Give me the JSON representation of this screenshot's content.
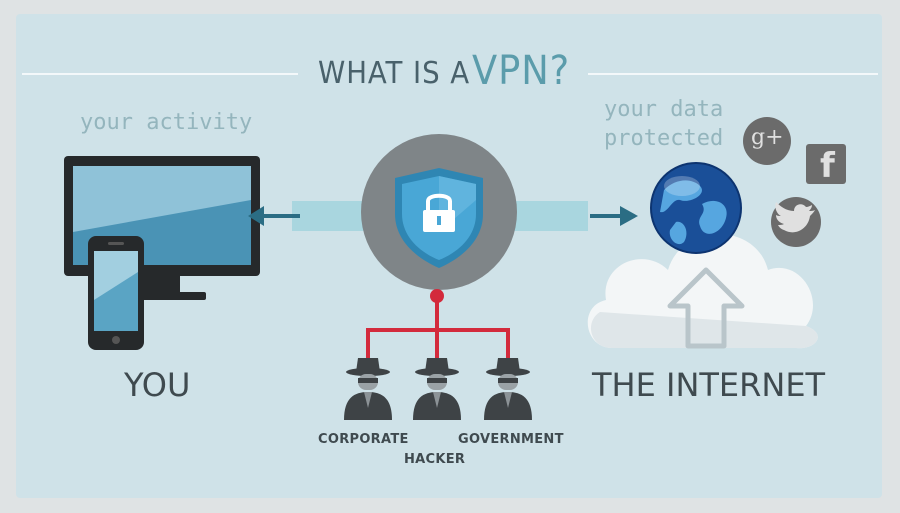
{
  "title": {
    "prefix": "WHAT IS A",
    "highlight": "VPN?"
  },
  "left": {
    "caption": "your activity",
    "label": "YOU"
  },
  "right": {
    "caption_line1": "your data",
    "caption_line2": "protected",
    "label": "THE INTERNET"
  },
  "threats": {
    "left": "CORPORATE",
    "center": "HACKER",
    "right": "GOVERNMENT"
  },
  "social": {
    "gplus": "g+",
    "facebook": "f"
  },
  "colors": {
    "background": "#cfe2e8",
    "accent": "#5b9cab",
    "tunnel": "#a9d6df",
    "shield": "#3d9bc9",
    "threat_line": "#d32a3c",
    "dark": "#3f4a4f"
  }
}
